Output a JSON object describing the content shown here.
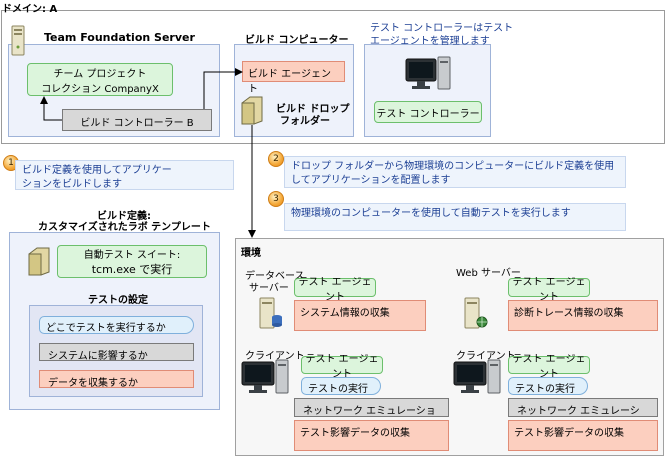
{
  "domain_label": "ドメイン: A",
  "tfs": {
    "title": "Team Foundation Server",
    "collection_line1": "チーム プロジェクト",
    "collection_line2": "コレクション CompanyX",
    "build_controller": "ビルド コントローラー B"
  },
  "build_computer": {
    "title": "ビルド コンピューター",
    "build_agent": "ビルド エージェント",
    "drop_folder_line1": "ビルド ドロップ",
    "drop_folder_line2": "フォルダー"
  },
  "test_controller_area": {
    "note_line1": "テスト コントローラーはテスト",
    "note_line2": "エージェントを管理します",
    "test_controller": "テスト コントローラー"
  },
  "steps": [
    {
      "number": "1",
      "line1": "ビルド定義を使用してアプリケー",
      "line2": "ションをビルドします"
    },
    {
      "number": "2",
      "line1": "ドロップ フォルダーから物理環境のコンピューターにビルド定義を使用",
      "line2": "してアプリケーションを配置します"
    },
    {
      "number": "3",
      "line1": "物理環境のコンピューターを使用して自動テストを実行します",
      "line2": ""
    }
  ],
  "build_definition": {
    "title_line1": "ビルド定義:",
    "title_line2": "カスタマイズされたラボ テンプレート",
    "auto_test_line1": "自動テスト スイート:",
    "auto_test_line2": "tcm.exe で実行",
    "test_settings_title": "テストの設定",
    "where_run": "どこでテストを実行するか",
    "system_impact": "システムに影響するか",
    "data_collect": "データを収集するか"
  },
  "environment": {
    "title": "環境",
    "db_server_line1": "データベース",
    "db_server_line2": "サーバー",
    "db_agent": "テスト エージェント",
    "db_collect": "システム情報の収集",
    "web_server": "Web サーバー",
    "web_agent": "テスト エージェント",
    "web_collect": "診断トレース情報の収集",
    "client1_label": "クライアント",
    "client1_agent": "テスト エージェント",
    "client1_run": "テストの実行",
    "client1_network": "ネットワーク エミュレーション",
    "client1_impact": "テスト影響データの収集",
    "client2_label": "クライアント",
    "client2_agent": "テスト エージェント",
    "client2_run": "テストの実行",
    "client2_network": "ネットワーク エミュレーション",
    "client2_impact": "テスト影響データの収集"
  },
  "colors": {
    "accent_blue_text": "#1c3f94",
    "green_box": "#dcf5dc",
    "pink_box": "#fccfbf",
    "panel_blue": "#eef2fb"
  }
}
